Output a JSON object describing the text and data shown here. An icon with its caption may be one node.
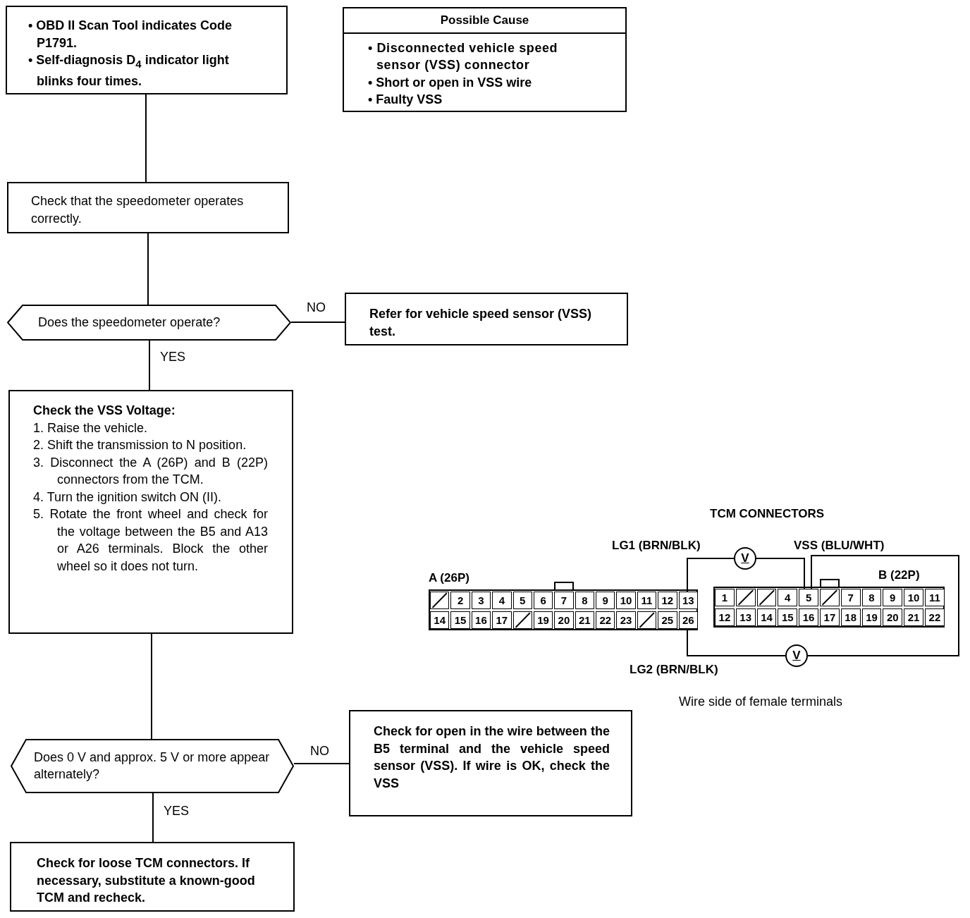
{
  "diagram": {
    "nodes": [
      {
        "text": [
          "• OBD II Scan Tool indicates Code P1791.",
          "• Self-diagnosis D$_{4}$ indicator light blinks four times."
        ]
      },
      {
        "text": [
          "Possible Cause",
          "• Disconnected vehicle speed sensor (VSS) connector",
          "• Short or open in VSS wire",
          "• Faulty VSS"
        ]
      },
      {
        "text": [
          "Check that the speedometer operates correctly."
        ]
      },
      {
        "text": [
          "Does the speedometer operate?"
        ]
      },
      {
        "text": [
          "Refer for vehicle speed sensor (VSS) test."
        ]
      },
      {
        "text": [
          "Check the VSS Voltage:",
          "1. Raise the vehicle.",
          "2. Shift the transmission to N position.",
          "3. Disconnect the A (26P) and B (22P) connectors from the TCM.",
          "4. Turn the ignition switch ON (II).",
          "5. Rotate the front wheel and check for the voltage between the B5 and A13 or A26 terminals. Block the other wheel so it does not turn."
        ]
      },
      {
        "text": [
          "Does 0 V and approx. 5 V or more appear alternately?"
        ]
      },
      {
        "text": [
          "Check for open in the wire between the B5 terminal and the vehicle speed sensor (VSS). If wire is OK, check the VSS"
        ]
      },
      {
        "text": [
          "Check for loose TCM connectors. If necessary, substitute a known-good TCM and recheck."
        ]
      },
      {
        "text": [
          "A (26P)"
        ]
      },
      {
        "text": [],
        "shape": "box",
        "in": 9
      },
      {
        "text": [
          "2"
        ],
        "in": 9
      },
      {
        "text": [
          "3"
        ],
        "in": 9
      },
      {
        "text": [
          "4"
        ],
        "in": 9
      },
      {
        "text": [
          "5"
        ],
        "in": 9
      },
      {
        "text": [
          "6"
        ],
        "in": 9
      },
      {
        "text": [
          "7"
        ],
        "in": 9
      },
      {
        "text": [
          "8"
        ],
        "in": 9
      },
      {
        "text": [
          "9"
        ],
        "in": 9
      },
      {
        "text": [
          "10"
        ],
        "in": 9
      },
      {
        "text": [
          "11"
        ],
        "in": 9
      },
      {
        "text": [
          "12"
        ],
        "in": 9
      },
      {
        "text": [
          "13"
        ],
        "in": 9
      },
      {
        "text": [
          "14"
        ],
        "in": 9
      },
      {
        "text": [
          "15"
        ],
        "in": 9
      },
      {
        "text": [
          "16"
        ],
        "in": 9
      },
      {
        "text": [
          "17"
        ],
        "in": 9
      },
      {
        "text": [],
        "shape": "box",
        "in": 9
      },
      {
        "text": [
          "19"
        ],
        "in": 9
      },
      {
        "text": [
          "20"
        ],
        "in": 9
      },
      {
        "text": [
          "21"
        ],
        "in": 9
      },
      {
        "text": [
          "22"
        ],
        "in": 9
      },
      {
        "text": [
          "23"
        ],
        "in": 9
      },
      {
        "text": [],
        "shape": "box",
        "in": 9
      },
      {
        "text": [
          "25"
        ],
        "in": 9
      },
      {
        "text": [
          "26"
        ],
        "in": 9
      },
      {
        "text": [
          "B (22P)"
        ]
      },
      {
        "text": [
          "1"
        ],
        "in": 36
      },
      {
        "text": [],
        "shape": "box",
        "in": 36
      },
      {
        "text": [],
        "shape": "box",
        "in": 36
      },
      {
        "text": [
          "4"
        ],
        "in": 36
      },
      {
        "text": [
          "5"
        ],
        "in": 36
      },
      {
        "text": [],
        "shape": "box",
        "in": 36
      },
      {
        "text": [
          "7"
        ],
        "in": 36
      },
      {
        "text": [
          "8"
        ],
        "in": 36
      },
      {
        "text": [
          "9"
        ],
        "in": 36
      },
      {
        "text": [
          "10"
        ],
        "in": 36
      },
      {
        "text": [
          "11"
        ],
        "in": 36
      },
      {
        "text": [
          "12"
        ],
        "in": 36
      },
      {
        "text": [
          "13"
        ],
        "in": 36
      },
      {
        "text": [
          "14"
        ],
        "in": 36
      },
      {
        "text": [
          "15"
        ],
        "in": 36
      },
      {
        "text": [
          "16"
        ],
        "in": 36
      },
      {
        "text": [
          "17"
        ],
        "in": 36
      },
      {
        "text": [
          "18"
        ],
        "in": 36
      },
      {
        "text": [
          "19"
        ],
        "in": 36
      },
      {
        "text": [
          "20"
        ],
        "in": 36
      },
      {
        "text": [
          "21"
        ],
        "in": 36
      },
      {
        "text": [
          "22"
        ],
        "in": 36
      },
      {
        "text": [
          "V"
        ]
      },
      {
        "text": [
          "V"
        ]
      }
    ],
    "edges": [
      {
        "from": 0,
        "to": 2,
        "arrow": "none"
      },
      {
        "from": 2,
        "to": 3,
        "arrow": "none"
      },
      {
        "from": 3,
        "to": 4,
        "arrow": "none",
        "label": "NO"
      },
      {
        "from": 3,
        "to": 5,
        "arrow": "none",
        "label": "YES"
      },
      {
        "from": 5,
        "to": 6,
        "arrow": "none"
      },
      {
        "from": 6,
        "to": 7,
        "arrow": "none",
        "label": "NO"
      },
      {
        "from": 6,
        "to": 8,
        "arrow": "none",
        "label": "YES"
      },
      {
        "from": 59,
        "to": 22,
        "arrow": "none",
        "label": "LG1 (BRN/BLK)"
      },
      {
        "from": 59,
        "to": 41,
        "arrow": "none"
      },
      {
        "from": 60,
        "to": 35,
        "arrow": "none",
        "label": "LG2 (BRN/BLK)"
      },
      {
        "from": 60,
        "to": 41,
        "arrow": "none",
        "label": "VSS (BLU/WHT)"
      }
    ],
    "labels": [
      "TCM CONNECTORS",
      "Wire side of female terminals"
    ]
  }
}
